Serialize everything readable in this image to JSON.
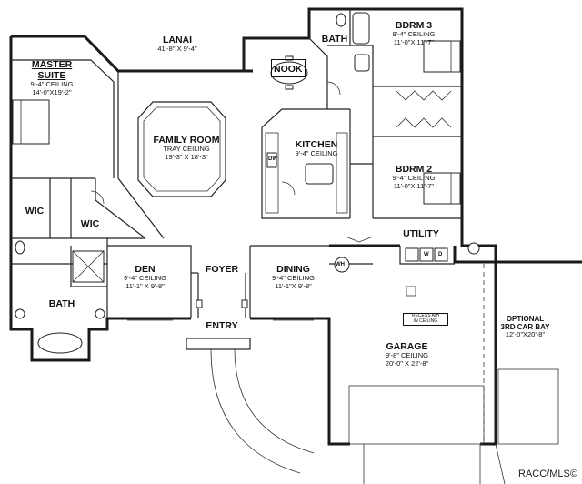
{
  "rooms": {
    "lanai": {
      "name": "LANAI",
      "dims": "41'-8\" X 9'-4\""
    },
    "master": {
      "name_l1": "MASTER",
      "name_l2": "SUITE",
      "ceiling": "9'-4\" CEILING",
      "dims": "14'-0\"X19'-2\""
    },
    "nook": {
      "name": "NOOK"
    },
    "bath_top": {
      "name": "BATH"
    },
    "bdrm3": {
      "name": "BDRM 3",
      "ceiling": "9'-4\" CEILING",
      "dims": "11'-0\"X 11'-7\""
    },
    "family": {
      "name": "FAMILY ROOM",
      "ceiling": "TRAY CEILING",
      "dims": "19'-3\" X 18'-3\""
    },
    "kitchen": {
      "name": "KITCHEN",
      "ceiling": "9'-4\" CEILING"
    },
    "bdrm2": {
      "name": "BDRM 2",
      "ceiling": "9'-4\" CEILING",
      "dims": "11'-0\"X 11'-7\""
    },
    "wic1": {
      "name": "WIC"
    },
    "wic2": {
      "name": "WIC"
    },
    "utility": {
      "name": "UTILITY"
    },
    "den": {
      "name": "DEN",
      "ceiling": "9'-4\" CEILING",
      "dims": "11'-1\" X 9'-8\""
    },
    "foyer": {
      "name": "FOYER"
    },
    "dining": {
      "name": "DINING",
      "ceiling": "9'-4\" CEILING",
      "dims": "11'-1\"X 9'-8\""
    },
    "bath_master": {
      "name": "BATH"
    },
    "entry": {
      "name": "ENTRY"
    },
    "garage": {
      "name": "GARAGE",
      "ceiling": "9'-8\" CEILING",
      "dims": "20'-0\" X 22'-8\""
    },
    "optional": {
      "name_l1": "OPTIONAL",
      "name_l2": "3RD CAR BAY",
      "dims": "12'-0\"X20'-8\""
    }
  },
  "fixtures": {
    "dw": "DW",
    "wh": "WH",
    "recess_l1": "RECESS A/H",
    "recess_l2": "IN CEILING",
    "washer": "W",
    "dryer": "D"
  },
  "watermark": "RACC/MLS©"
}
